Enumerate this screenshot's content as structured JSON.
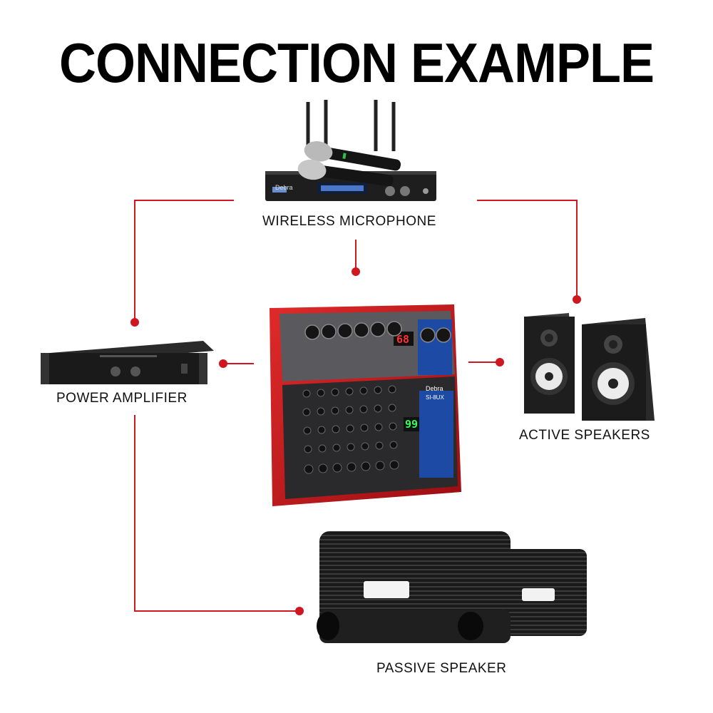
{
  "title": "CONNECTION EXAMPLE",
  "devices": {
    "wireless_microphone": {
      "label": "WIRELESS MICROPHONE",
      "brand": "Debra"
    },
    "power_amplifier": {
      "label": "POWER AMPLIFIER"
    },
    "mixer": {
      "brand": "Debra",
      "model": "SI-8UX",
      "display_a": "68",
      "display_b": "99"
    },
    "active_speakers": {
      "label": "ACTIVE SPEAKERS"
    },
    "passive_speaker": {
      "label": "PASSIVE SPEAKER"
    }
  },
  "colors": {
    "connector": "#d0161e",
    "mixer_body": "#c8141c",
    "device": "#1b1b1b"
  }
}
